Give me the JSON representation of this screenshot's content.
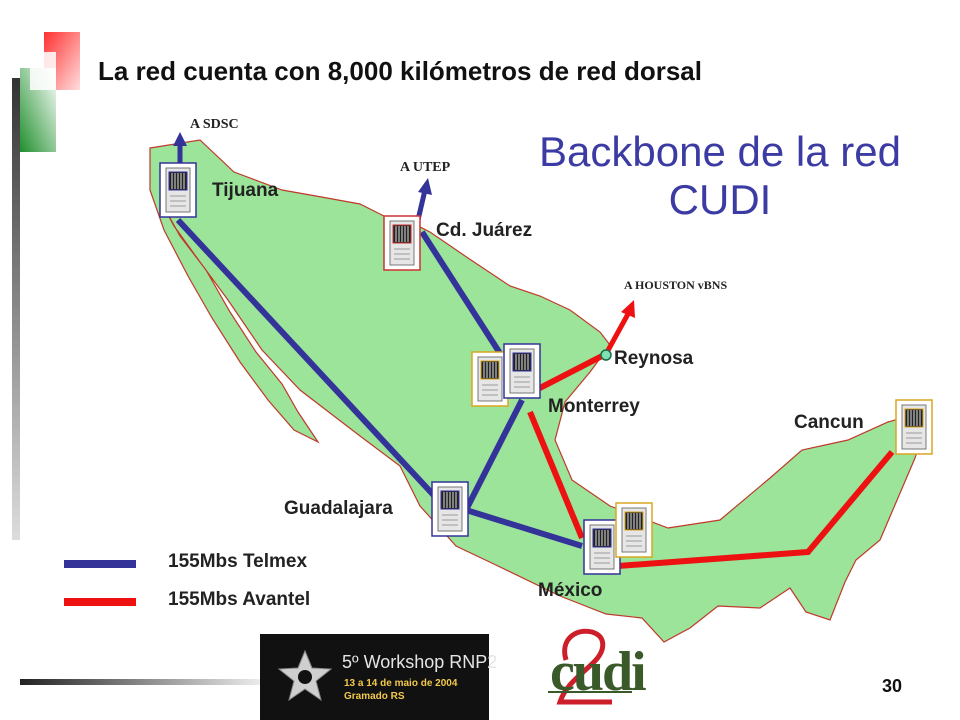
{
  "title": "La red cuenta con 8,000 kilómetros de red dorsal",
  "diagram_title_line1": "Backbone de la red",
  "diagram_title_line2": "CUDI",
  "cities": {
    "tijuana": "Tijuana",
    "juarez": "Cd. Juárez",
    "reynosa": "Reynosa",
    "monterrey": "Monterrey",
    "cancun": "Cancun",
    "guadalajara": "Guadalajara",
    "mexico": "México"
  },
  "external_links": {
    "sdsc": "A SDSC",
    "utep": "A UTEP",
    "houston": "A HOUSTON  vBNS"
  },
  "legend": [
    {
      "label": "155Mbs Telmex",
      "color": "#333399"
    },
    {
      "label": "155Mbs Avantel",
      "color": "#ee1111"
    }
  ],
  "banner": {
    "line1": "5º Workshop RNP2",
    "line2": "13 a 14 de maio de 2004",
    "line3": "Gramado RS"
  },
  "logo_text": "cudi",
  "page_number": "30",
  "colors": {
    "land": "#9be49a",
    "coast": "#c0392b",
    "telmex": "#333399",
    "avantel": "#ee1111",
    "title_accent": "#3b3ba3"
  }
}
